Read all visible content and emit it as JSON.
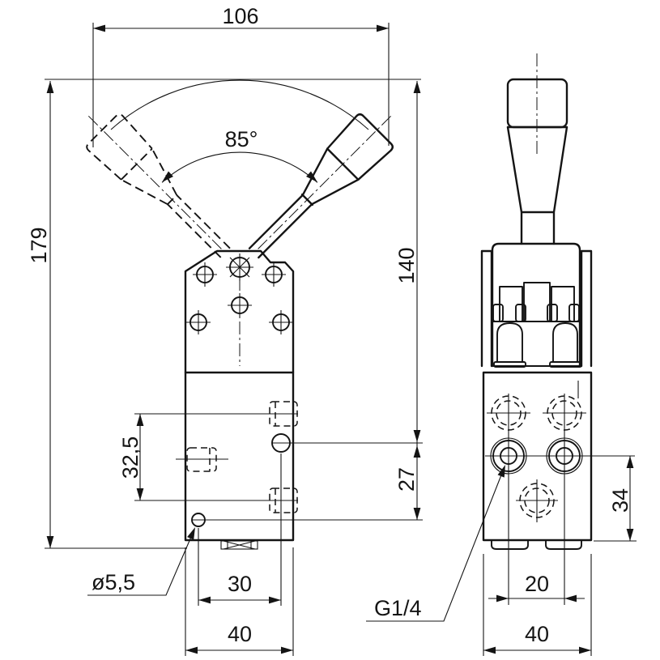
{
  "drawing": {
    "type": "technical-drawing",
    "subject": "hand lever valve, two orthographic views",
    "ink": "#141414",
    "background": "#ffffff"
  },
  "front_view": {
    "dims": {
      "overall_width": "106",
      "swing_angle": "85°",
      "overall_height": "179",
      "lever_height": "140",
      "outlet_offset": "27",
      "side_port_spacing": "32,5",
      "mount_hole_dia": "ø5,5",
      "hole_to_port": "30",
      "body_width": "40"
    }
  },
  "side_view": {
    "dims": {
      "port_height": "34",
      "port_spacing": "20",
      "body_width": "40",
      "thread": "G1/4"
    }
  }
}
